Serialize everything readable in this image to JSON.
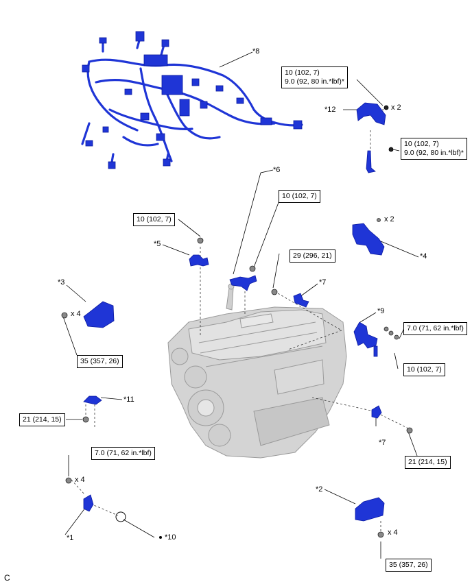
{
  "callouts": {
    "c1": "*1",
    "c2": "*2",
    "c3": "*3",
    "c4": "*4",
    "c5": "*5",
    "c6": "*6",
    "c7a": "*7",
    "c7b": "*7",
    "c8": "*8",
    "c9": "*9",
    "c10": "*10",
    "c11": "*11",
    "c12": "*12"
  },
  "quantities": {
    "q12": "x 2",
    "q4": "x 2",
    "q3": "x 4",
    "q1": "x 4",
    "q2": "x 4"
  },
  "torque": {
    "t12_line1": "10 (102, 7)",
    "t12_line2": "9.0 (92, 80 in.*lbf)*",
    "t12b_line1": "10 (102, 7)",
    "t12b_line2": "9.0 (92, 80 in.*lbf)*",
    "t6": "10 (102, 7)",
    "t5": "10 (102, 7)",
    "t7": "29 (296, 21)",
    "t9a": "7.0 (71, 62 in.*lbf)",
    "t9b": "10 (102, 7)",
    "t3": "35 (357, 26)",
    "t11": "21 (214, 15)",
    "t7b": "21 (214, 15)",
    "t1": "7.0 (71, 62 in.*lbf)",
    "t2": "35 (357, 26)"
  },
  "figure_code": "C",
  "colors": {
    "part": "#1f35d6",
    "engine": "#c8c8c8",
    "line": "#000000"
  }
}
